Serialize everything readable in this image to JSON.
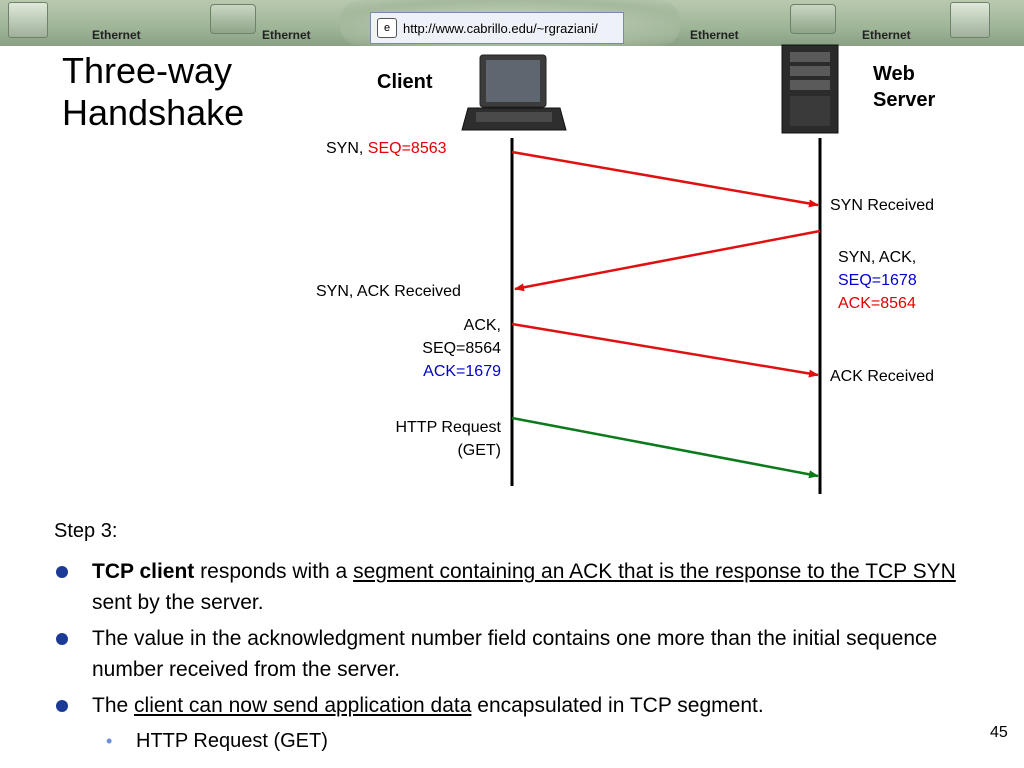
{
  "banner": {
    "ethernet_label": "Ethernet",
    "url": "http://www.cabrillo.edu/~rgraziani/"
  },
  "title": {
    "line1": "Three-way",
    "line2": "Handshake"
  },
  "diagram": {
    "client_label": "Client",
    "server_label_1": "Web",
    "server_label_2": "Server",
    "syn_prefix": "SYN, ",
    "syn_seq": "SEQ=8563",
    "syn_received": "SYN Received",
    "synack_line1": "SYN, ACK,",
    "synack_seq": "SEQ=1678",
    "synack_ack": "ACK=8564",
    "synack_received": "SYN, ACK  Received",
    "ack_line1": "ACK,",
    "ack_seq": "SEQ=8564",
    "ack_ack": "ACK=1679",
    "ack_received": "ACK Received",
    "http_line1": "HTTP Request",
    "http_line2": "(GET)",
    "colors": {
      "syn": "#e01010",
      "data": "#0a7a1a",
      "red_text": "#e00000",
      "blue_text": "#0000d0"
    }
  },
  "content": {
    "step": "Step 3:",
    "b1_bold": "TCP client",
    "b1_text1": " responds with a ",
    "b1_ul": "segment containing an ACK that is the response to the TCP SYN",
    "b1_text2": " sent by the server.",
    "b2": "The value in the acknowledgment number field contains one more than the initial sequence number received from the server.",
    "b3_text1": "The ",
    "b3_ul": "client can now send application data",
    "b3_text2": " encapsulated in TCP segment.",
    "sub1": "HTTP Request (GET)"
  },
  "page_number": "45"
}
